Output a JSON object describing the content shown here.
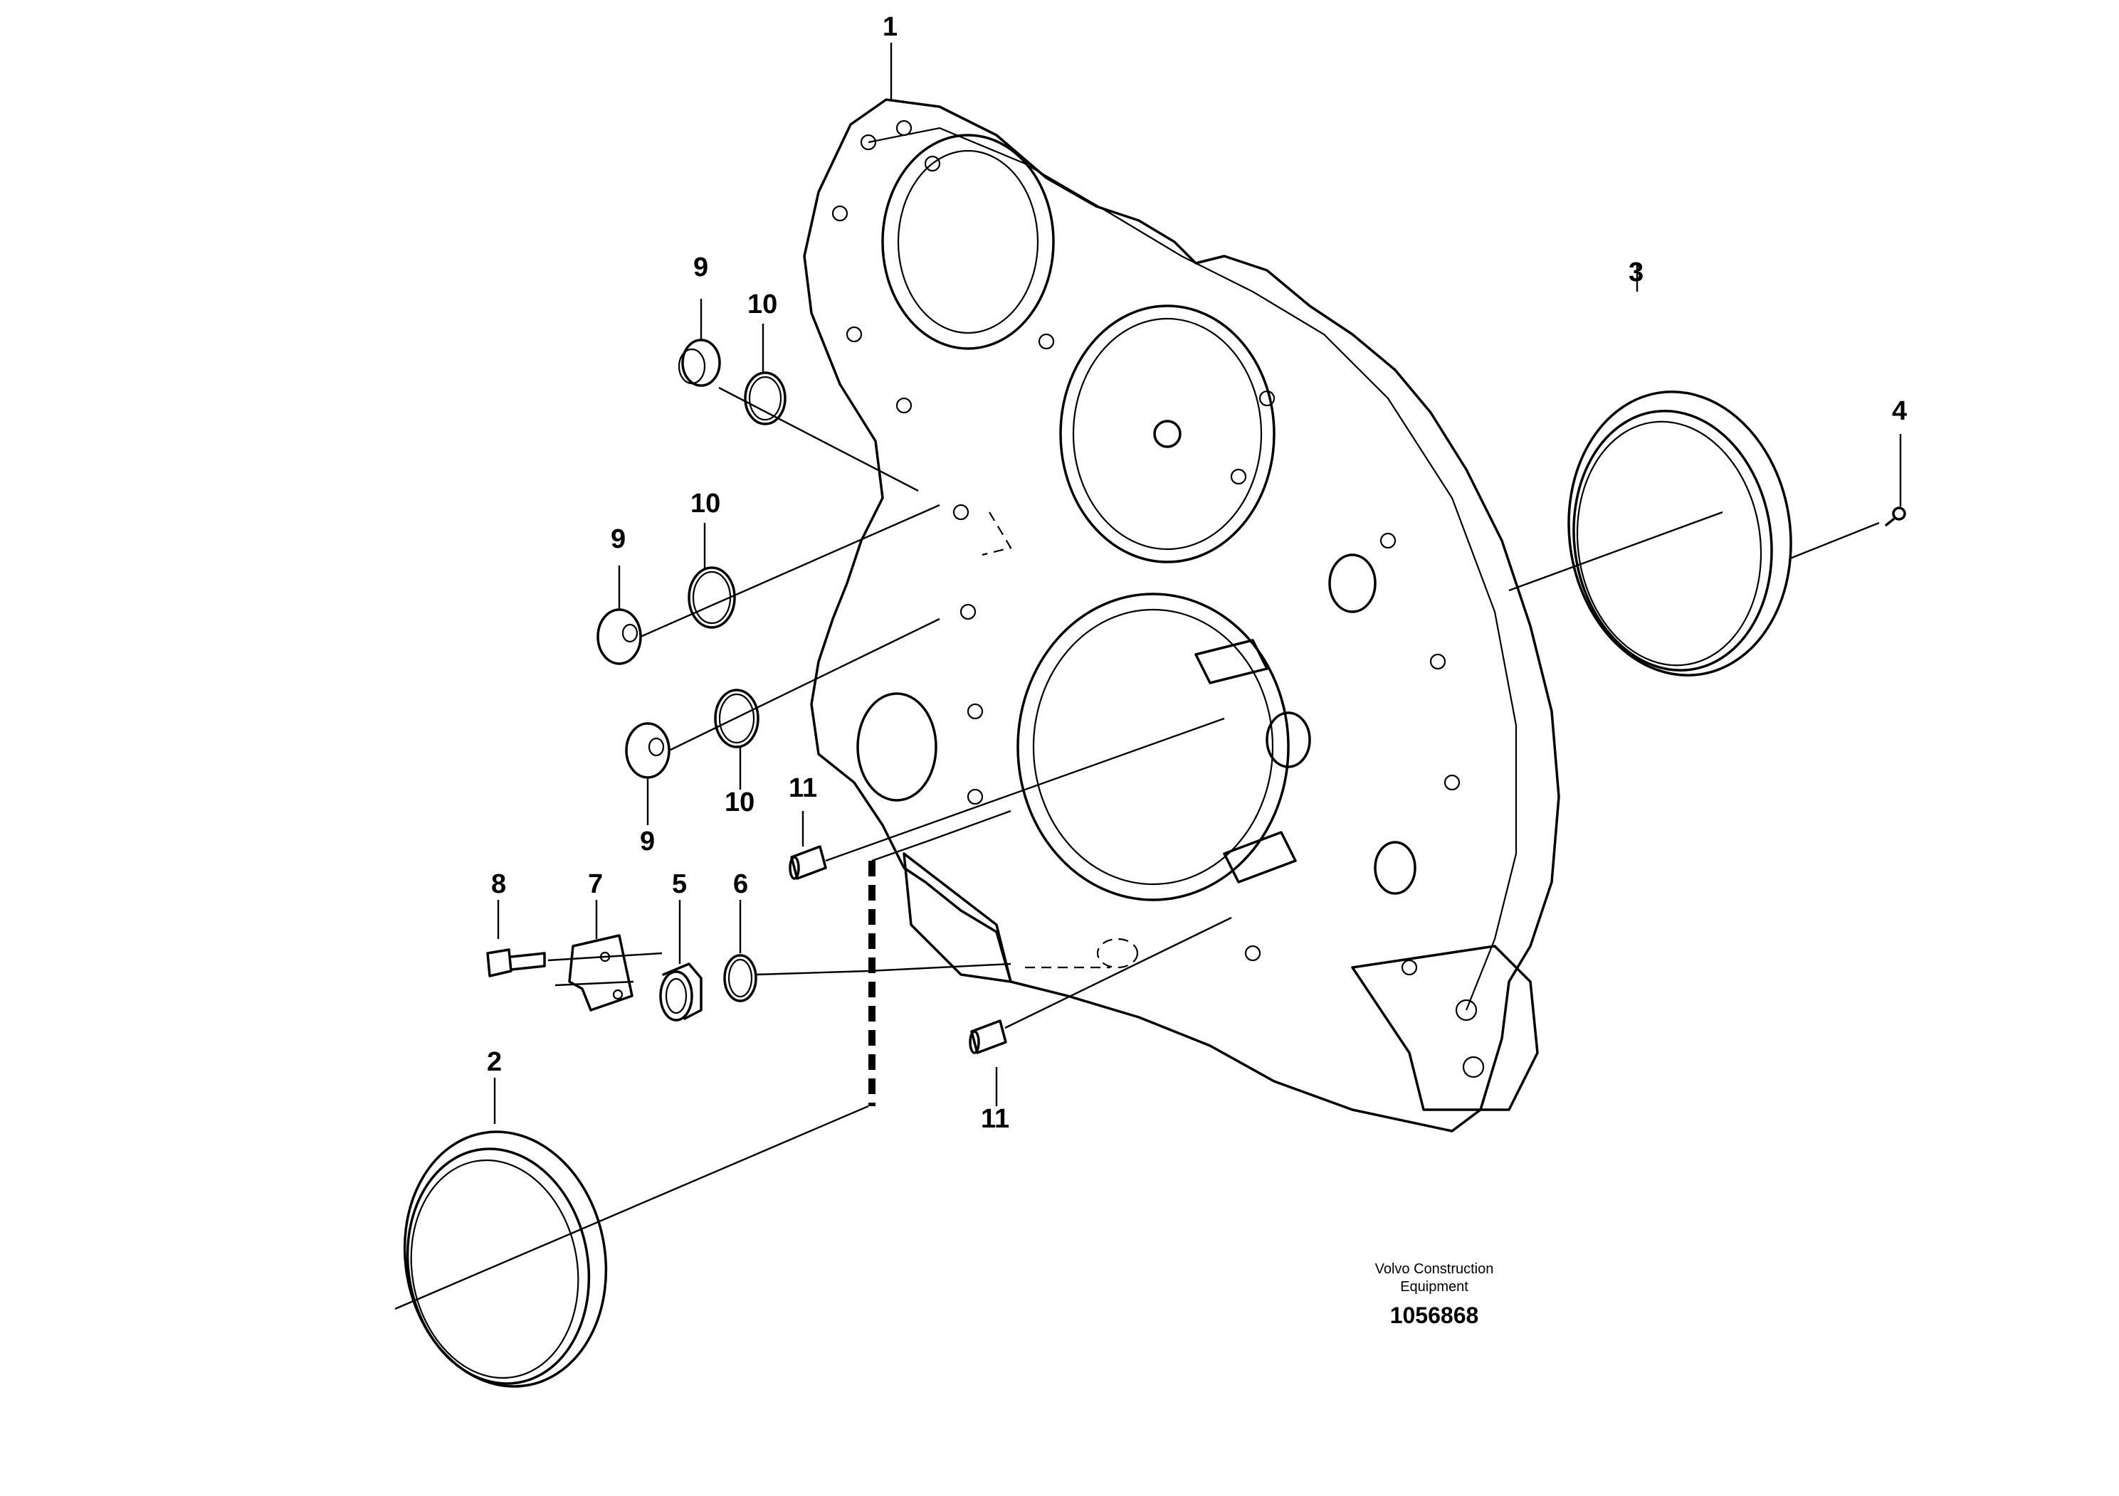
{
  "callouts": {
    "c1": "1",
    "c2": "2",
    "c3": "3",
    "c4": "4",
    "c5": "5",
    "c6": "6",
    "c7": "7",
    "c8": "8",
    "c9a": "9",
    "c9b": "9",
    "c9c": "9",
    "c10a": "10",
    "c10b": "10",
    "c10c": "10",
    "c11a": "11",
    "c11b": "11"
  },
  "caption": {
    "brand_line1": "Volvo Construction",
    "brand_line2": "Equipment",
    "drawing_number": "1056868"
  }
}
